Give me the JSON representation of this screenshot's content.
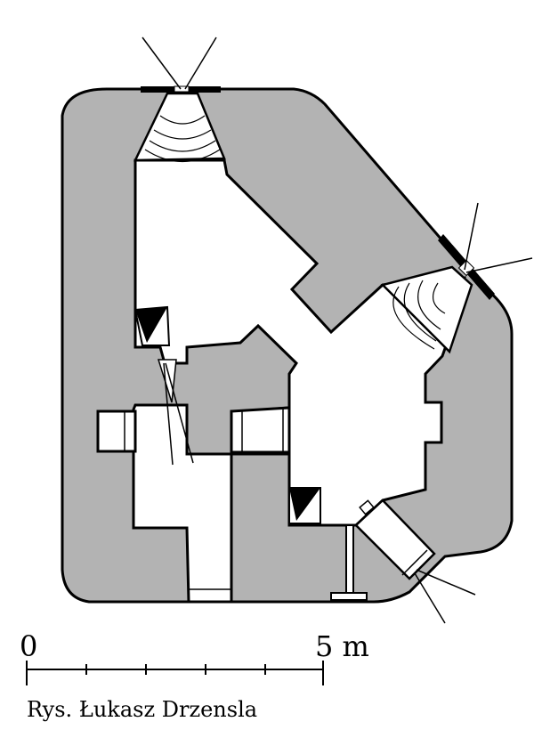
{
  "scale": {
    "start_label": "0",
    "end_label": "5 m",
    "divisions": 5
  },
  "credit": "Rys. Łukasz Drzensla",
  "colors": {
    "wall_fill": "#b3b3b3",
    "line": "#000000",
    "room_fill": "#ffffff"
  }
}
